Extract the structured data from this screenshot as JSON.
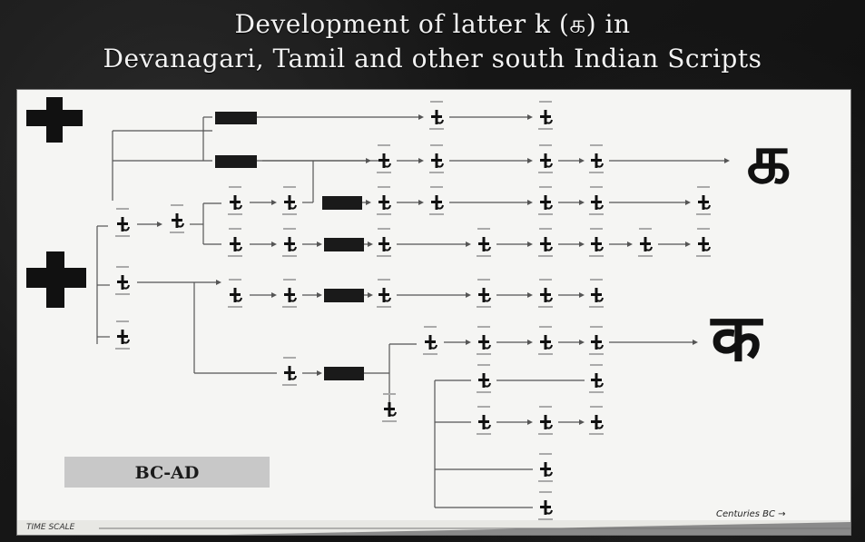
{
  "title": {
    "line1": "Development of latter k (க) in",
    "line2": "Devanagari, Tamil and other south Indian Scripts"
  },
  "diagram": {
    "era_label": "BC-AD",
    "time_scale_label": "TIME SCALE",
    "centuries_label": "Centuries BC →",
    "big_glyph_tamil": "க",
    "big_glyph_devanagari": "क",
    "root_glyph": "+",
    "colors": {
      "panel": "#f5f5f3",
      "ink": "#111111",
      "line": "#555555",
      "era_box": "#c8c8c8",
      "stage_box": "#1a1a1a"
    }
  }
}
